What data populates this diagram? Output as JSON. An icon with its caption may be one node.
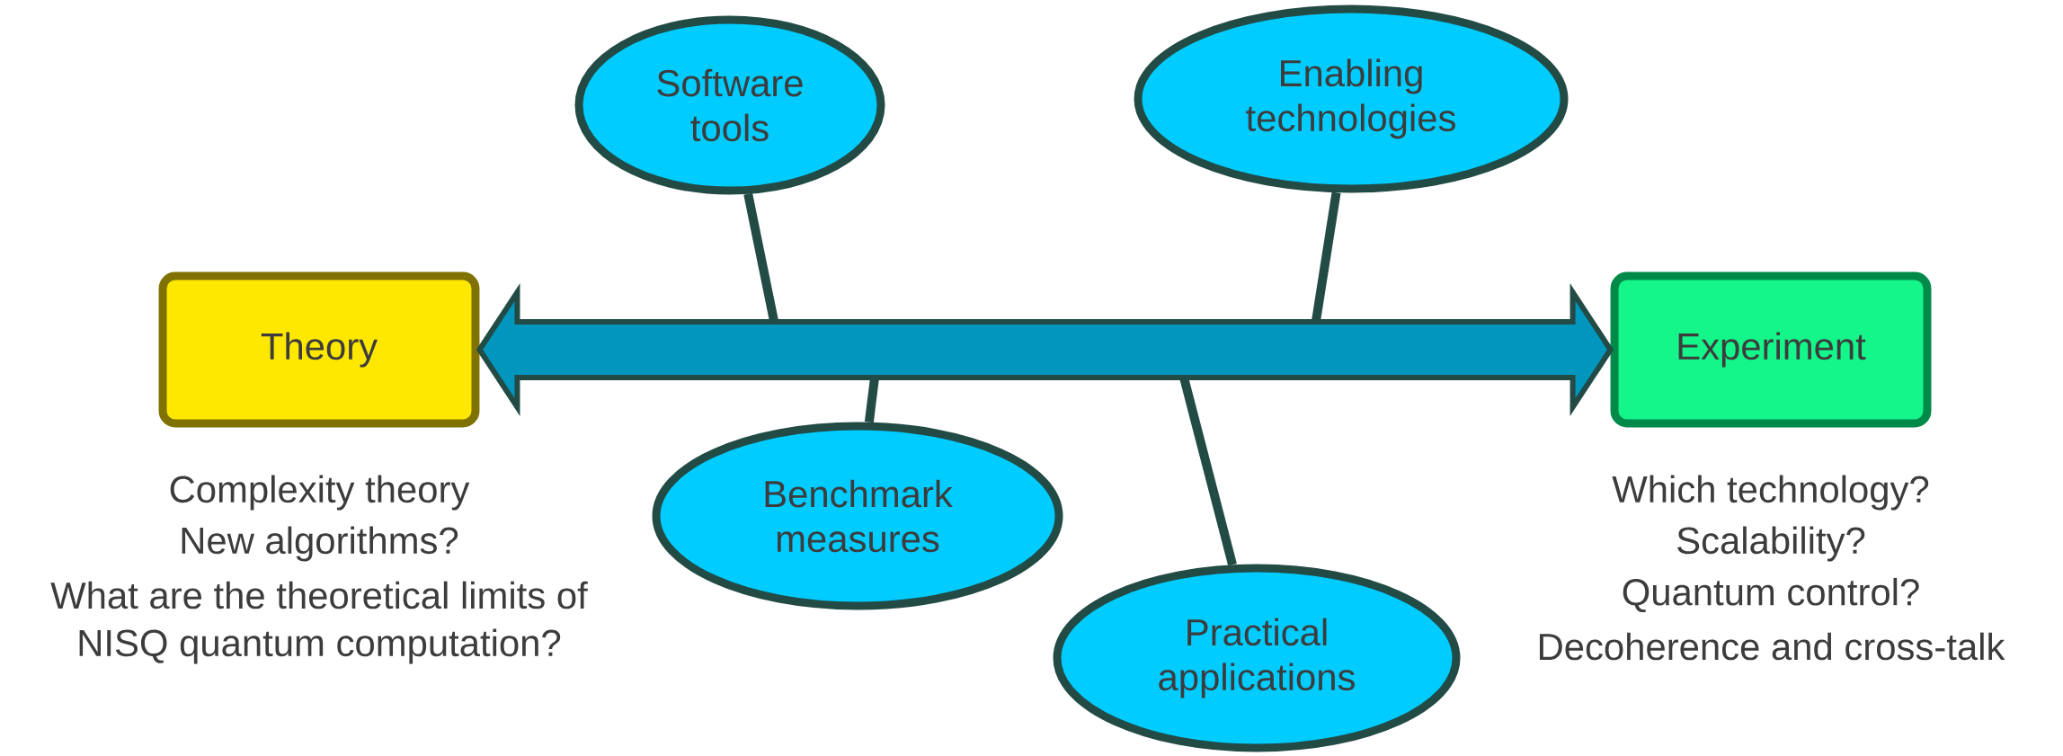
{
  "diagram": {
    "nodes": [
      {
        "text": [
          "Theory"
        ],
        "beside": [
          "Complexity theory",
          "New algorithms?",
          "What are the theoretical limits of",
          "NISQ quantum computation?"
        ]
      },
      {
        "text": [
          "Experiment"
        ],
        "beside": [
          "Which technology?",
          "Scalability?",
          "Quantum control?",
          "Decoherence and cross-talk"
        ]
      },
      {
        "text": [
          "Software tools"
        ]
      },
      {
        "text": [
          "Enabling technologies"
        ]
      },
      {
        "text": [
          "Benchmark measures"
        ]
      },
      {
        "text": [
          "Practical applications"
        ]
      }
    ],
    "edges": [
      {
        "from": 0,
        "to": 1,
        "arrow": "both"
      },
      {
        "from": 2,
        "to": null,
        "arrow": "none"
      },
      {
        "from": 3,
        "to": null,
        "arrow": "none"
      },
      {
        "from": 4,
        "to": null,
        "arrow": "none"
      },
      {
        "from": 5,
        "to": null,
        "arrow": "none"
      }
    ]
  }
}
